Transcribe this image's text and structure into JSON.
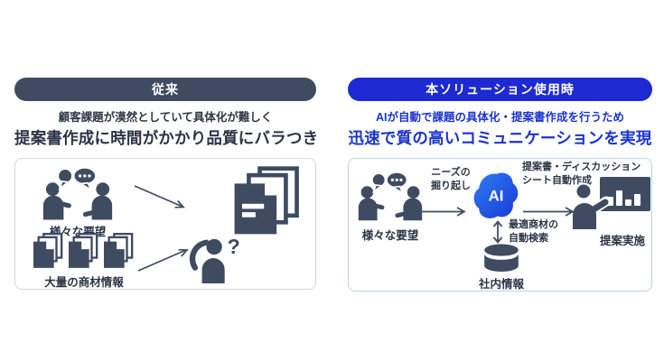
{
  "colors": {
    "navy": "#3f4b61",
    "dark_text": "#2c3545",
    "blue_pill": "#1d2ad3",
    "blue_text": "#1b34cd",
    "ai_gradient_start": "#2e7df2",
    "ai_gradient_end": "#1839d8",
    "box_border_before": "#d5d8de",
    "box_border_after": "#bdd2e9"
  },
  "before": {
    "header": "従来",
    "subtitle_line1": "顧客課題が漠然としていて具体化が難しく",
    "subtitle_line2": "提案書作成に時間がかかり品質にバラつき",
    "label_requests": "様々な要望",
    "label_products": "大量の商材情報",
    "question_mark": "?"
  },
  "after": {
    "header": "本ソリューション使用時",
    "subtitle_line1": "AIが自動で課題の具体化・提案書作成を行うため",
    "subtitle_line2": "迅速で質の高いコミュニケーションを実現",
    "label_requests": "様々な要望",
    "ai_label": "AI",
    "arrow1_label_line1": "ニーズの",
    "arrow1_label_line2": "掘り起し",
    "arrow2_label_line1": "提案書・ディスカッション",
    "arrow2_label_line2": "シート自動作成",
    "label_proposal": "提案実施",
    "search_label_line1": "最適商材の",
    "search_label_line2": "自動検索",
    "label_database": "社内情報"
  }
}
